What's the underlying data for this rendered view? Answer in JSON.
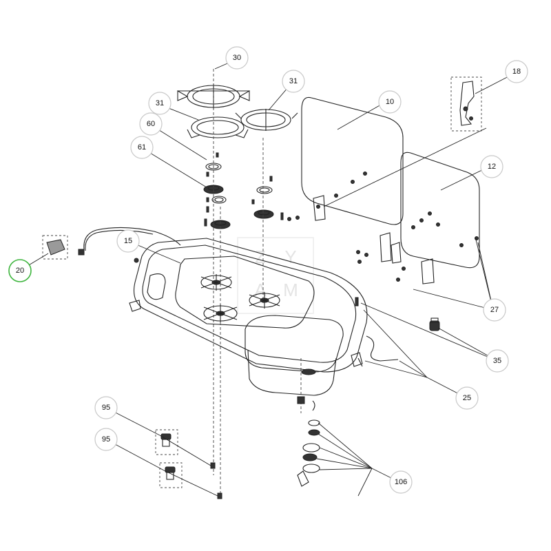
{
  "diagram": {
    "watermark": [
      "Z",
      "Y",
      "A",
      "M"
    ],
    "callouts": [
      {
        "id": "c30",
        "label": "30",
        "selected": false
      },
      {
        "id": "c31a",
        "label": "31",
        "selected": false
      },
      {
        "id": "c31b",
        "label": "31",
        "selected": false
      },
      {
        "id": "c60",
        "label": "60",
        "selected": false
      },
      {
        "id": "c61",
        "label": "61",
        "selected": false
      },
      {
        "id": "c10",
        "label": "10",
        "selected": false
      },
      {
        "id": "c18",
        "label": "18",
        "selected": false
      },
      {
        "id": "c12",
        "label": "12",
        "selected": false
      },
      {
        "id": "c15",
        "label": "15",
        "selected": false
      },
      {
        "id": "c20",
        "label": "20",
        "selected": true
      },
      {
        "id": "c27",
        "label": "27",
        "selected": false
      },
      {
        "id": "c35",
        "label": "35",
        "selected": false
      },
      {
        "id": "c25",
        "label": "25",
        "selected": false
      },
      {
        "id": "c95a",
        "label": "95",
        "selected": false
      },
      {
        "id": "c95b",
        "label": "95",
        "selected": false
      },
      {
        "id": "c106",
        "label": "106",
        "selected": false
      }
    ]
  }
}
